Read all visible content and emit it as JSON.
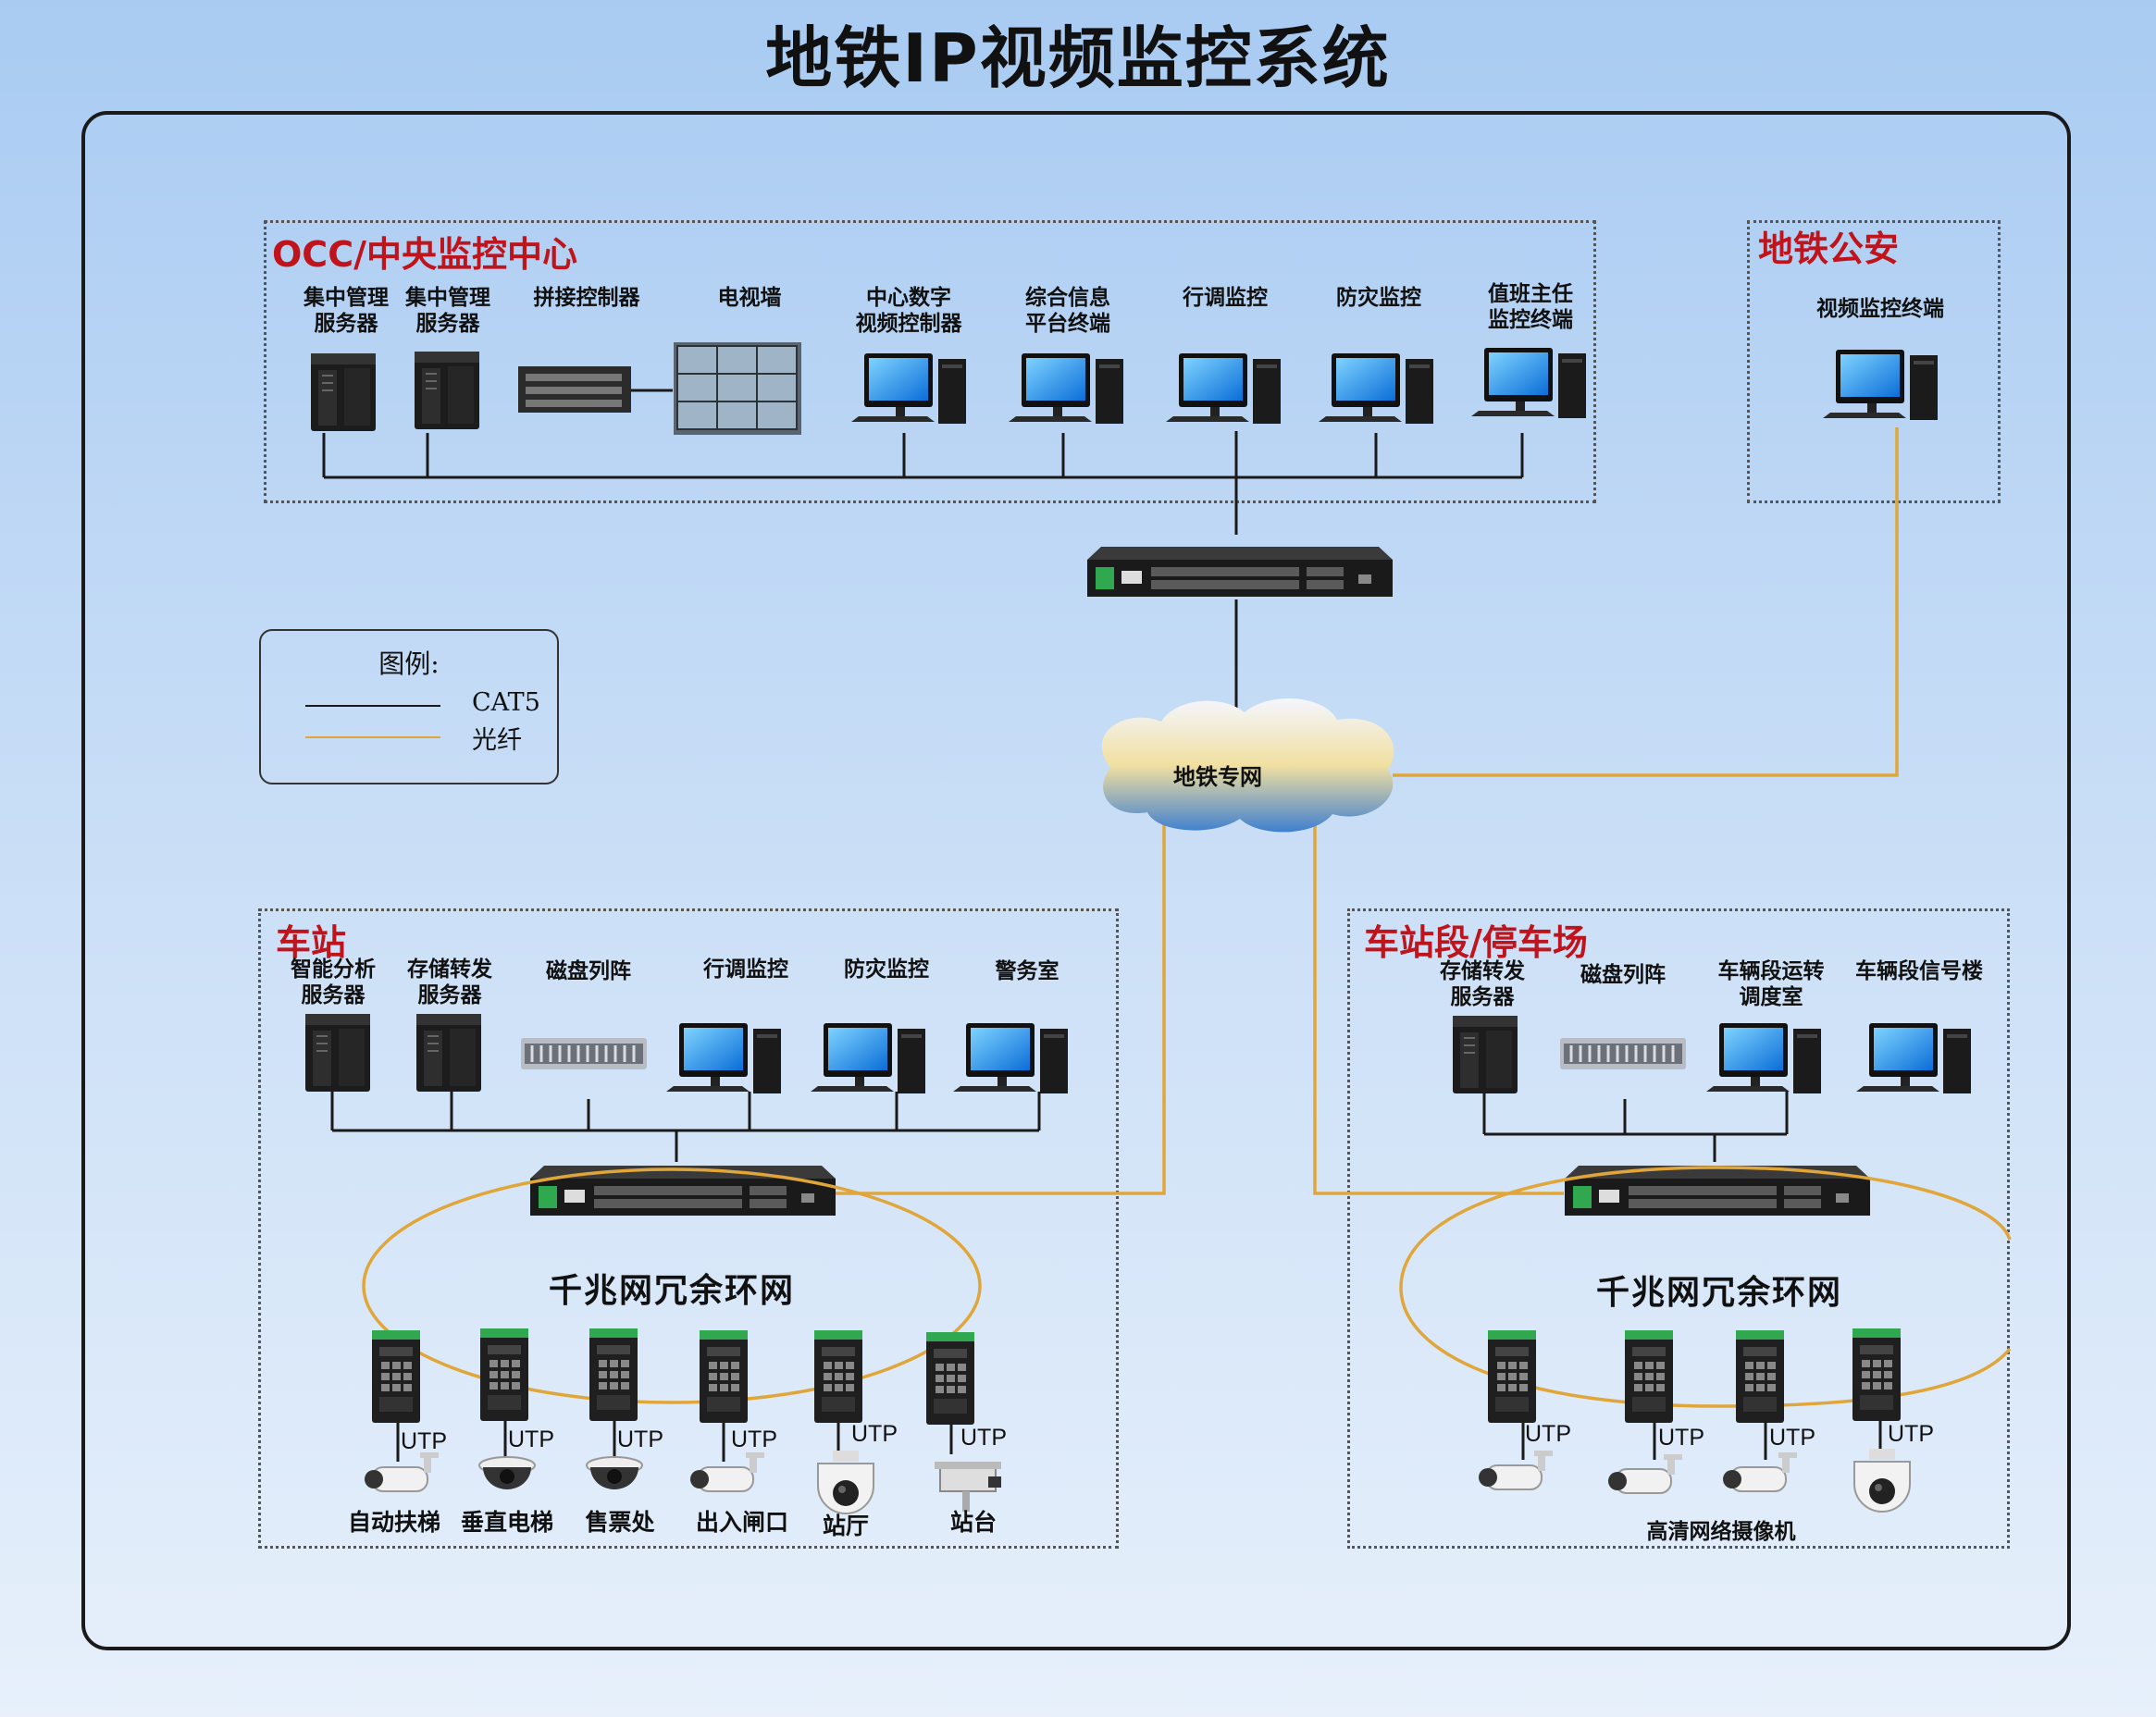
{
  "title": "地铁IP视频监控系统",
  "colors": {
    "cat5": "#1a1a1a",
    "fiber": "#e0a63a",
    "zone_title": "#c0141c"
  },
  "legend": {
    "title": "图例:",
    "items": [
      {
        "label": "CAT5",
        "color": "#1a1a1a"
      },
      {
        "label": "光纤",
        "color": "#e0a63a"
      }
    ]
  },
  "occ": {
    "title": "OCC/中央监控中心",
    "devices": [
      {
        "label": "集中管理\n服务器",
        "icon": "tower-server-icon"
      },
      {
        "label": "集中管理\n服务器",
        "icon": "tower-server-icon"
      },
      {
        "label": "拼接控制器",
        "icon": "splicing-controller-icon"
      },
      {
        "label": "电视墙",
        "icon": "video-wall-icon"
      },
      {
        "label": "中心数字\n视频控制器",
        "icon": "workstation-icon"
      },
      {
        "label": "综合信息\n平台终端",
        "icon": "workstation-icon"
      },
      {
        "label": "行调监控",
        "icon": "workstation-icon"
      },
      {
        "label": "防灾监控",
        "icon": "workstation-icon"
      },
      {
        "label": "值班主任\n监控终端",
        "icon": "workstation-icon"
      }
    ]
  },
  "police": {
    "title": "地铁公安",
    "devices": [
      {
        "label": "视频监控终端",
        "icon": "workstation-icon"
      }
    ]
  },
  "network": {
    "label": "地铁专网"
  },
  "station": {
    "title": "车站",
    "devices": [
      {
        "label": "智能分析\n服务器",
        "icon": "tower-server-icon"
      },
      {
        "label": "存储转发\n服务器",
        "icon": "tower-server-icon"
      },
      {
        "label": "磁盘列阵",
        "icon": "disk-array-icon"
      },
      {
        "label": "行调监控",
        "icon": "workstation-icon"
      },
      {
        "label": "防灾监控",
        "icon": "workstation-icon"
      },
      {
        "label": "警务室",
        "icon": "workstation-icon"
      }
    ],
    "ring_label": "千兆网冗余环网",
    "cameras": [
      {
        "label": "自动扶梯",
        "utp": "UTP",
        "icon": "bullet-camera-icon"
      },
      {
        "label": "垂直电梯",
        "utp": "UTP",
        "icon": "dome-camera-icon"
      },
      {
        "label": "售票处",
        "utp": "UTP",
        "icon": "dome-camera-icon"
      },
      {
        "label": "出入闸口",
        "utp": "UTP",
        "icon": "bullet-camera-icon"
      },
      {
        "label": "站厅",
        "utp": "UTP",
        "icon": "ptz-camera-icon"
      },
      {
        "label": "站台",
        "utp": "UTP",
        "icon": "box-camera-icon"
      }
    ]
  },
  "depot": {
    "title": "车站段/停车场",
    "devices": [
      {
        "label": "存储转发\n服务器",
        "icon": "tower-server-icon"
      },
      {
        "label": "磁盘列阵",
        "icon": "disk-array-icon"
      },
      {
        "label": "车辆段运转\n调度室",
        "icon": "workstation-icon"
      },
      {
        "label": "车辆段信号楼",
        "icon": "workstation-icon"
      }
    ],
    "ring_label": "千兆网冗余环网",
    "cameras": [
      {
        "utp": "UTP",
        "icon": "bullet-camera-icon"
      },
      {
        "utp": "UTP",
        "icon": "bullet-camera-icon"
      },
      {
        "utp": "UTP",
        "icon": "bullet-camera-icon"
      },
      {
        "utp": "UTP",
        "icon": "ptz-camera-icon"
      }
    ],
    "cameras_caption": "高清网络摄像机"
  }
}
